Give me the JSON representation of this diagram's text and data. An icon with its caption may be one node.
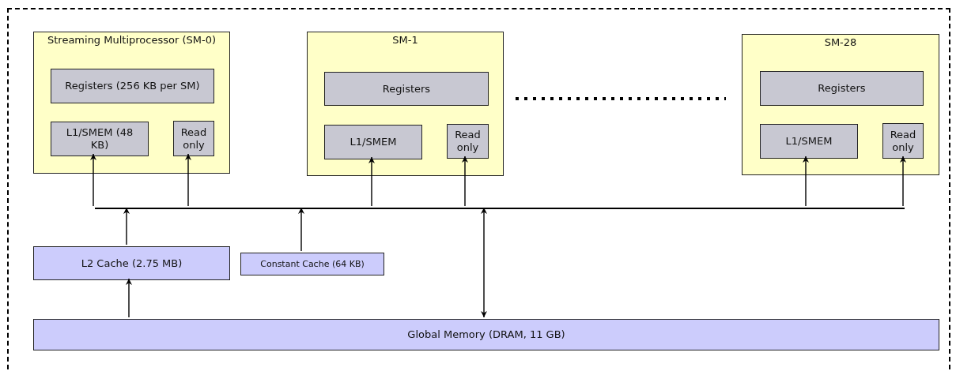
{
  "diagram": {
    "nodes": [
      {
        "text": [],
        "shape": "box"
      },
      {
        "text": [
          "Streaming Multiprocessor (SM-0)"
        ],
        "in": 0
      },
      {
        "text": [
          "Registers (256 KB per SM)"
        ],
        "in": 1
      },
      {
        "text": [
          "L1/SMEM (48 KB)"
        ],
        "in": 1
      },
      {
        "text": [
          "Read only"
        ],
        "in": 1
      },
      {
        "text": [
          "SM-1"
        ],
        "in": 0
      },
      {
        "text": [
          "Registers"
        ],
        "in": 5
      },
      {
        "text": [
          "L1/SMEM"
        ],
        "in": 5
      },
      {
        "text": [
          "Read only"
        ],
        "in": 5
      },
      {
        "text": [
          "SM-28"
        ],
        "in": 0
      },
      {
        "text": [
          "Registers"
        ],
        "in": 9
      },
      {
        "text": [
          "L1/SMEM"
        ],
        "in": 9
      },
      {
        "text": [
          "Read only"
        ],
        "in": 9
      },
      {
        "text": [],
        "shape": "bar",
        "in": 0
      },
      {
        "text": [
          "L2 Cache (2.75 MB)"
        ],
        "in": 0
      },
      {
        "text": [
          "Constant Cache (64 KB)"
        ],
        "in": 0
      },
      {
        "text": [
          "Global Memory (DRAM, 11 GB)"
        ],
        "in": 0
      }
    ],
    "edges": [
      {
        "from": 13,
        "to": 3,
        "arrow": "to"
      },
      {
        "from": 13,
        "to": 4,
        "arrow": "to"
      },
      {
        "from": 13,
        "to": 7,
        "arrow": "to"
      },
      {
        "from": 13,
        "to": 8,
        "arrow": "to"
      },
      {
        "from": 13,
        "to": 11,
        "arrow": "to"
      },
      {
        "from": 13,
        "to": 12,
        "arrow": "to"
      },
      {
        "from": 14,
        "to": 13,
        "arrow": "to"
      },
      {
        "from": 15,
        "to": 13,
        "arrow": "to"
      },
      {
        "from": 16,
        "to": 13,
        "arrow": "both"
      },
      {
        "from": 16,
        "to": 14,
        "arrow": "to"
      }
    ]
  }
}
